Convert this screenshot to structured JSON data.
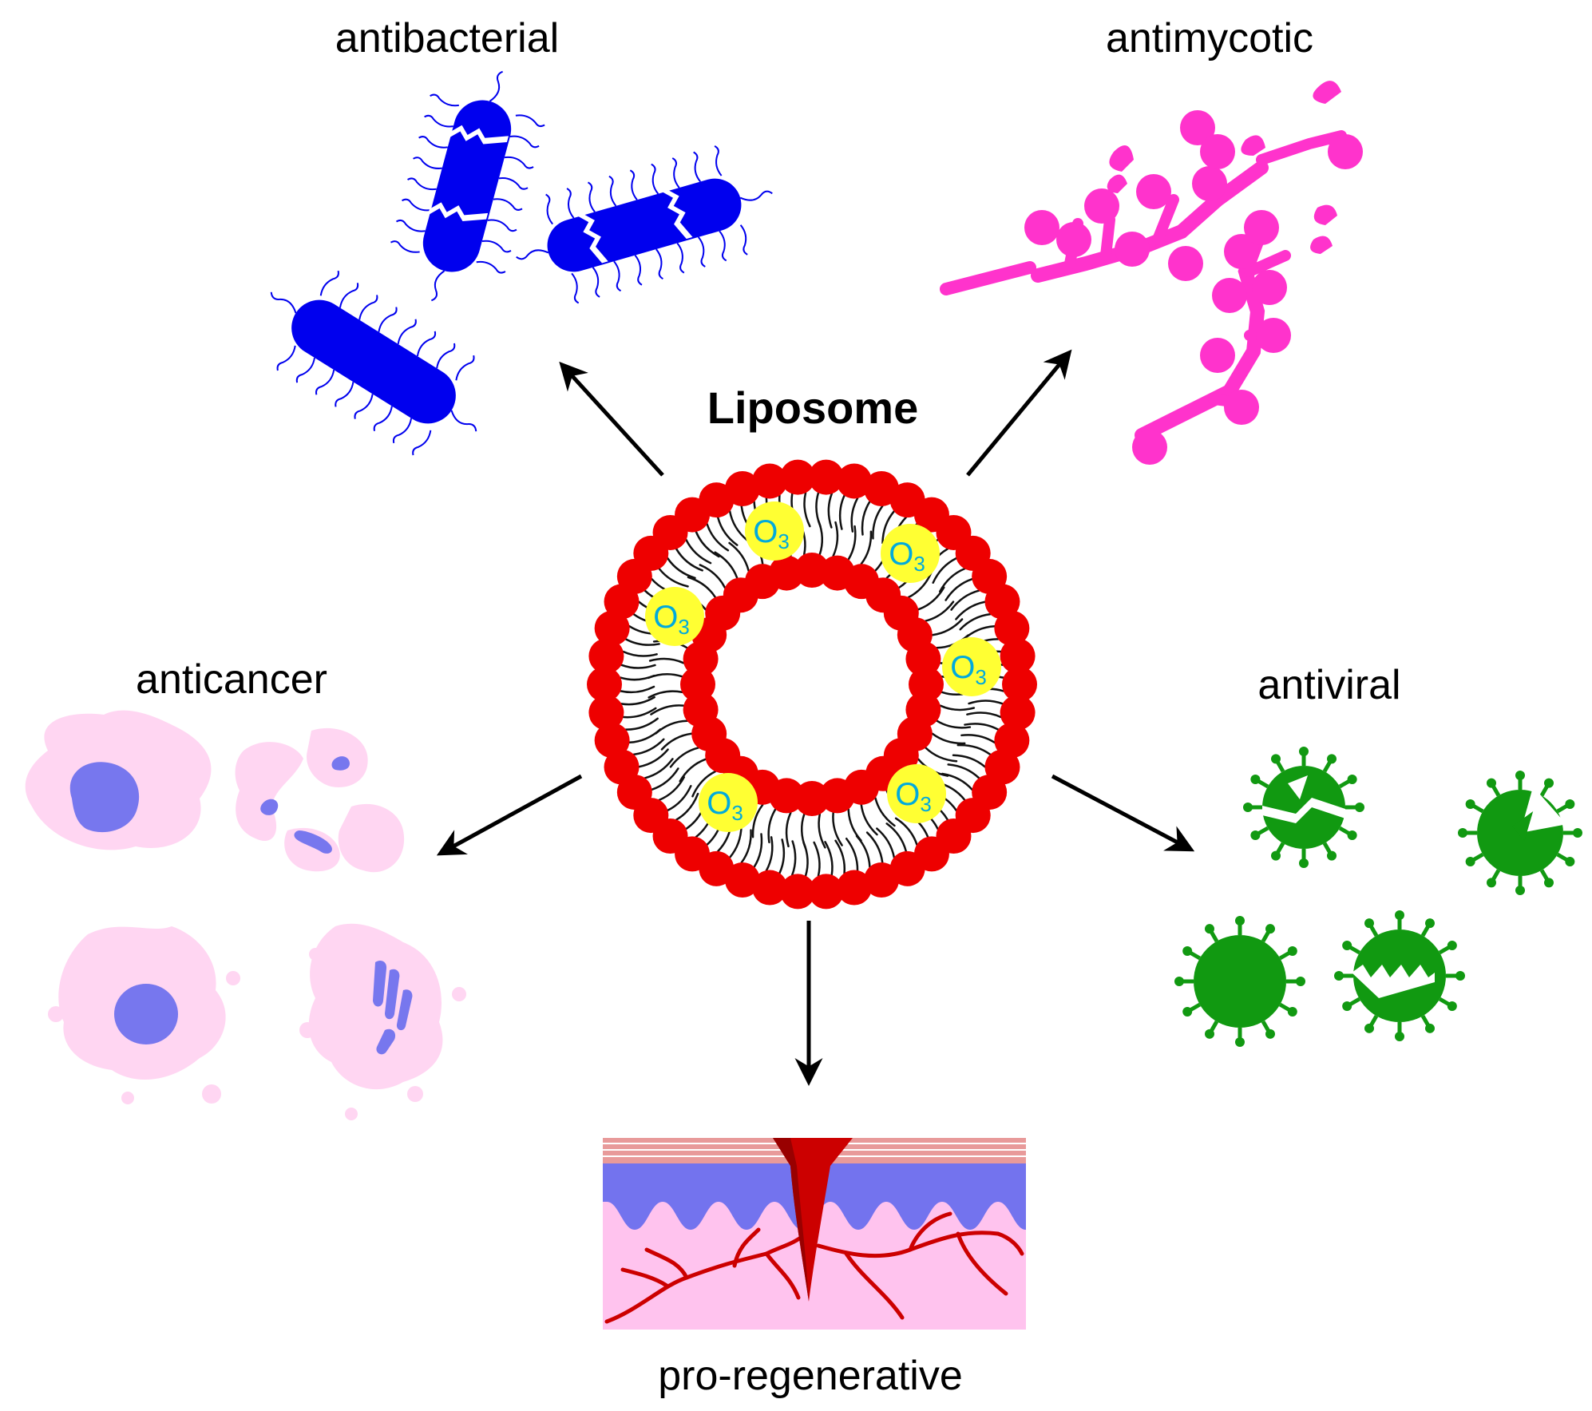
{
  "title": "Liposome",
  "labels": {
    "antibacterial": "antibacterial",
    "antimycotic": "antimycotic",
    "anticancer": "anticancer",
    "antiviral": "antiviral",
    "pro_regenerative": "pro-regenerative"
  },
  "ozone": {
    "symbol": "O",
    "subscript": "3"
  },
  "colors": {
    "bacteria": "#0000ee",
    "fungi": "#ff33cc",
    "virus": "#119911",
    "cell_cytoplasm": "#ffd6f2",
    "cell_nucleus": "#7777ee",
    "lipid_head": "#ee0000",
    "ozone_fill": "#ffff33",
    "ozone_text": "#00aadd",
    "skin_epidermis": "#7373ee",
    "skin_dermis": "#ffc3ee",
    "skin_stratum": "#e89a9a",
    "wound": "#cc0000"
  },
  "icons": {
    "arrows": "arrow-icon",
    "bacteria": "bacterium-icon",
    "fungi": "fungus-icon",
    "virus": "virus-icon",
    "cancer_cells": "cancer-cell-icon",
    "skin": "skin-wound-icon"
  }
}
